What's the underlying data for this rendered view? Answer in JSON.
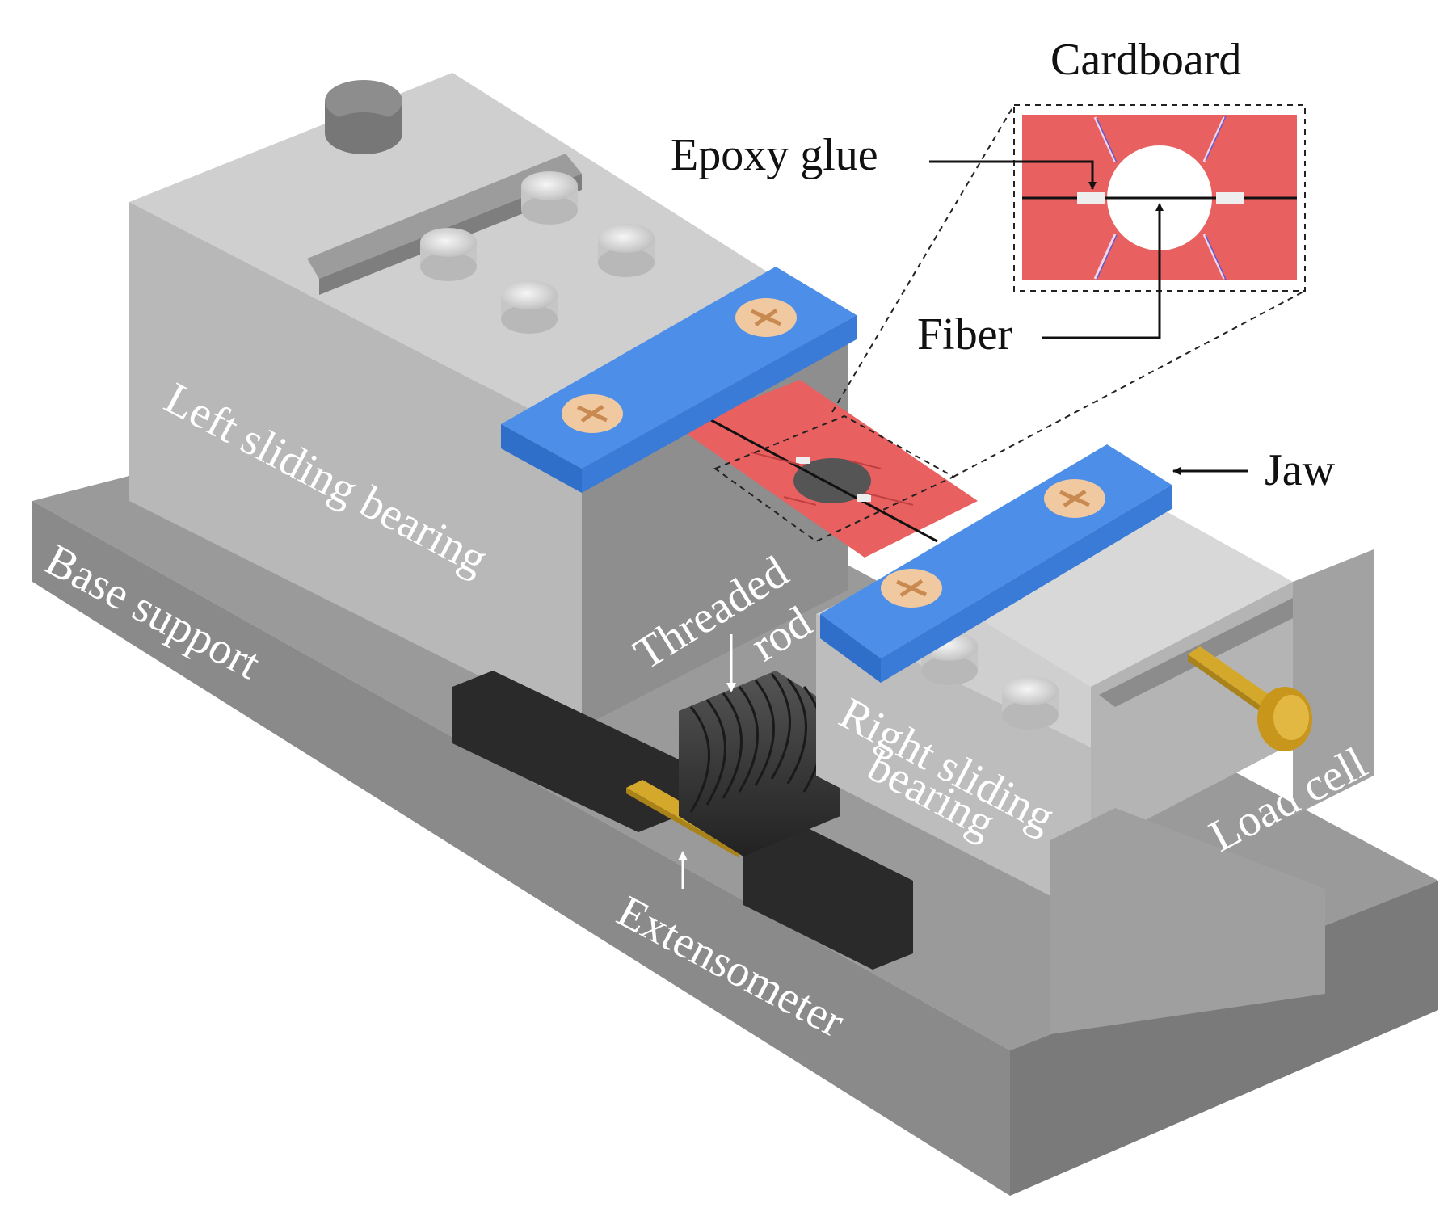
{
  "labels": {
    "cardboard": "Cardboard",
    "epoxy_glue": "Epoxy glue",
    "fiber": "Fiber",
    "jaw": "Jaw",
    "left_sliding_bearing": "Left sliding bearing",
    "base_support": "Base support",
    "threaded": "Threaded",
    "rod": "rod",
    "right_sliding": "Right sliding",
    "bearing": "bearing",
    "load_cell": "Load cell",
    "extensometer": "Extensometer"
  },
  "colors": {
    "cardboard": "#e8605f",
    "jaw": "#4d8fe8",
    "jaw_dark": "#2f6fc9",
    "bearing_top": "#cfcfcf",
    "bearing_front": "#8e8e8e",
    "bearing_side": "#b4b4b4",
    "base_top": "#9a9a9a",
    "base_front": "#8a8a8a",
    "base_side": "#7a7a7a",
    "brass": "#d4a82a",
    "black_block": "#2a2a2a",
    "screw": "#f0c9a0"
  },
  "icons": [
    "phillips-screw-icon",
    "hex-socket-screw-icon",
    "arrow-icon"
  ]
}
